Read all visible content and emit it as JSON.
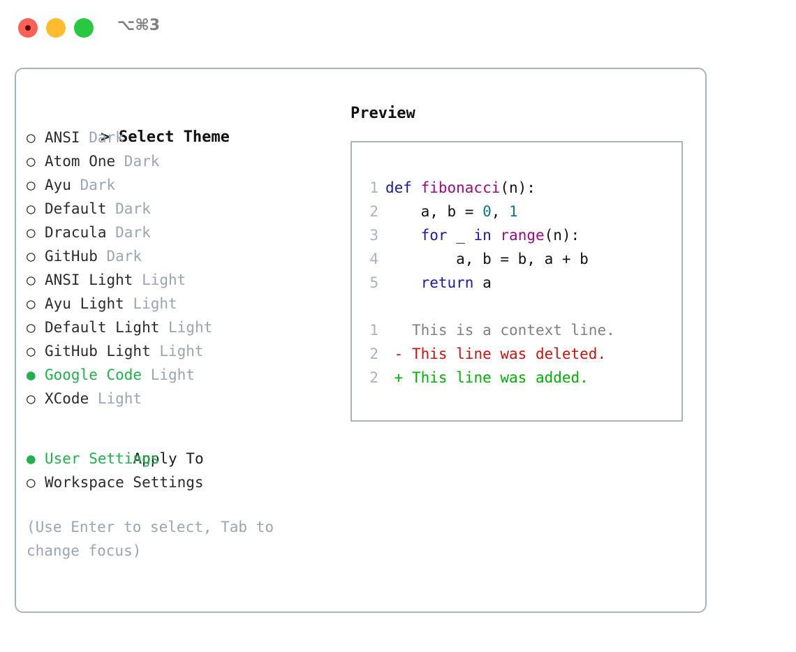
{
  "titlebar": {
    "shortcut": "⌥⌘3",
    "buttons": {
      "close": "close",
      "minimize": "minimize",
      "maximize": "maximize"
    }
  },
  "colors": {
    "accent_green": "#22b04a",
    "muted": "#9aa5b4",
    "border": "#a8b3c2",
    "keyword": "#1a1aa6",
    "function": "#9c0a82",
    "number": "#0b7a7a",
    "diff_added": "#00b000",
    "diff_removed": "#cc1111",
    "context": "#808080"
  },
  "left": {
    "prompt": ">",
    "header": "Select Theme",
    "radio_empty": "○",
    "radio_filled": "●",
    "themes": [
      {
        "name": "ANSI",
        "variant": "Dark",
        "selected": false
      },
      {
        "name": "Atom One",
        "variant": "Dark",
        "selected": false
      },
      {
        "name": "Ayu",
        "variant": "Dark",
        "selected": false
      },
      {
        "name": "Default",
        "variant": "Dark",
        "selected": false
      },
      {
        "name": "Dracula",
        "variant": "Dark",
        "selected": false
      },
      {
        "name": "GitHub",
        "variant": "Dark",
        "selected": false
      },
      {
        "name": "ANSI Light",
        "variant": "Light",
        "selected": false
      },
      {
        "name": "Ayu Light",
        "variant": "Light",
        "selected": false
      },
      {
        "name": "Default Light",
        "variant": "Light",
        "selected": false
      },
      {
        "name": "GitHub Light",
        "variant": "Light",
        "selected": false
      },
      {
        "name": "Google Code",
        "variant": "Light",
        "selected": true
      },
      {
        "name": "XCode",
        "variant": "Light",
        "selected": false
      }
    ],
    "apply_to_header": "Apply To",
    "apply_to": [
      {
        "name": "User Settings",
        "selected": true
      },
      {
        "name": "Workspace Settings",
        "selected": false
      }
    ],
    "hint": "(Use Enter to select, Tab to change focus)"
  },
  "right": {
    "preview_title": "Preview",
    "code_lines": [
      {
        "number": "1",
        "tokens": [
          {
            "t": "def ",
            "c": "kw"
          },
          {
            "t": "fibonacci",
            "c": "fn"
          },
          {
            "t": "(n):",
            "c": "pl"
          }
        ]
      },
      {
        "number": "2",
        "tokens": [
          {
            "t": "    a, b = ",
            "c": "pl"
          },
          {
            "t": "0",
            "c": "num"
          },
          {
            "t": ", ",
            "c": "pl"
          },
          {
            "t": "1",
            "c": "num"
          }
        ]
      },
      {
        "number": "3",
        "tokens": [
          {
            "t": "    ",
            "c": "pl"
          },
          {
            "t": "for",
            "c": "kw"
          },
          {
            "t": " _ ",
            "c": "pl"
          },
          {
            "t": "in",
            "c": "kw"
          },
          {
            "t": " ",
            "c": "pl"
          },
          {
            "t": "range",
            "c": "fn"
          },
          {
            "t": "(n):",
            "c": "pl"
          }
        ]
      },
      {
        "number": "4",
        "tokens": [
          {
            "t": "        a, b = b, a + b",
            "c": "pl"
          }
        ]
      },
      {
        "number": "5",
        "tokens": [
          {
            "t": "    ",
            "c": "pl"
          },
          {
            "t": "return",
            "c": "kw"
          },
          {
            "t": " a",
            "c": "pl"
          }
        ]
      }
    ],
    "diff_lines": [
      {
        "number": "1",
        "sign": " ",
        "text": "This is a context line.",
        "kind": "ctx"
      },
      {
        "number": "2",
        "sign": "-",
        "text": "This line was deleted.",
        "kind": "del"
      },
      {
        "number": "2",
        "sign": "+",
        "text": "This line was added.",
        "kind": "add"
      }
    ]
  }
}
